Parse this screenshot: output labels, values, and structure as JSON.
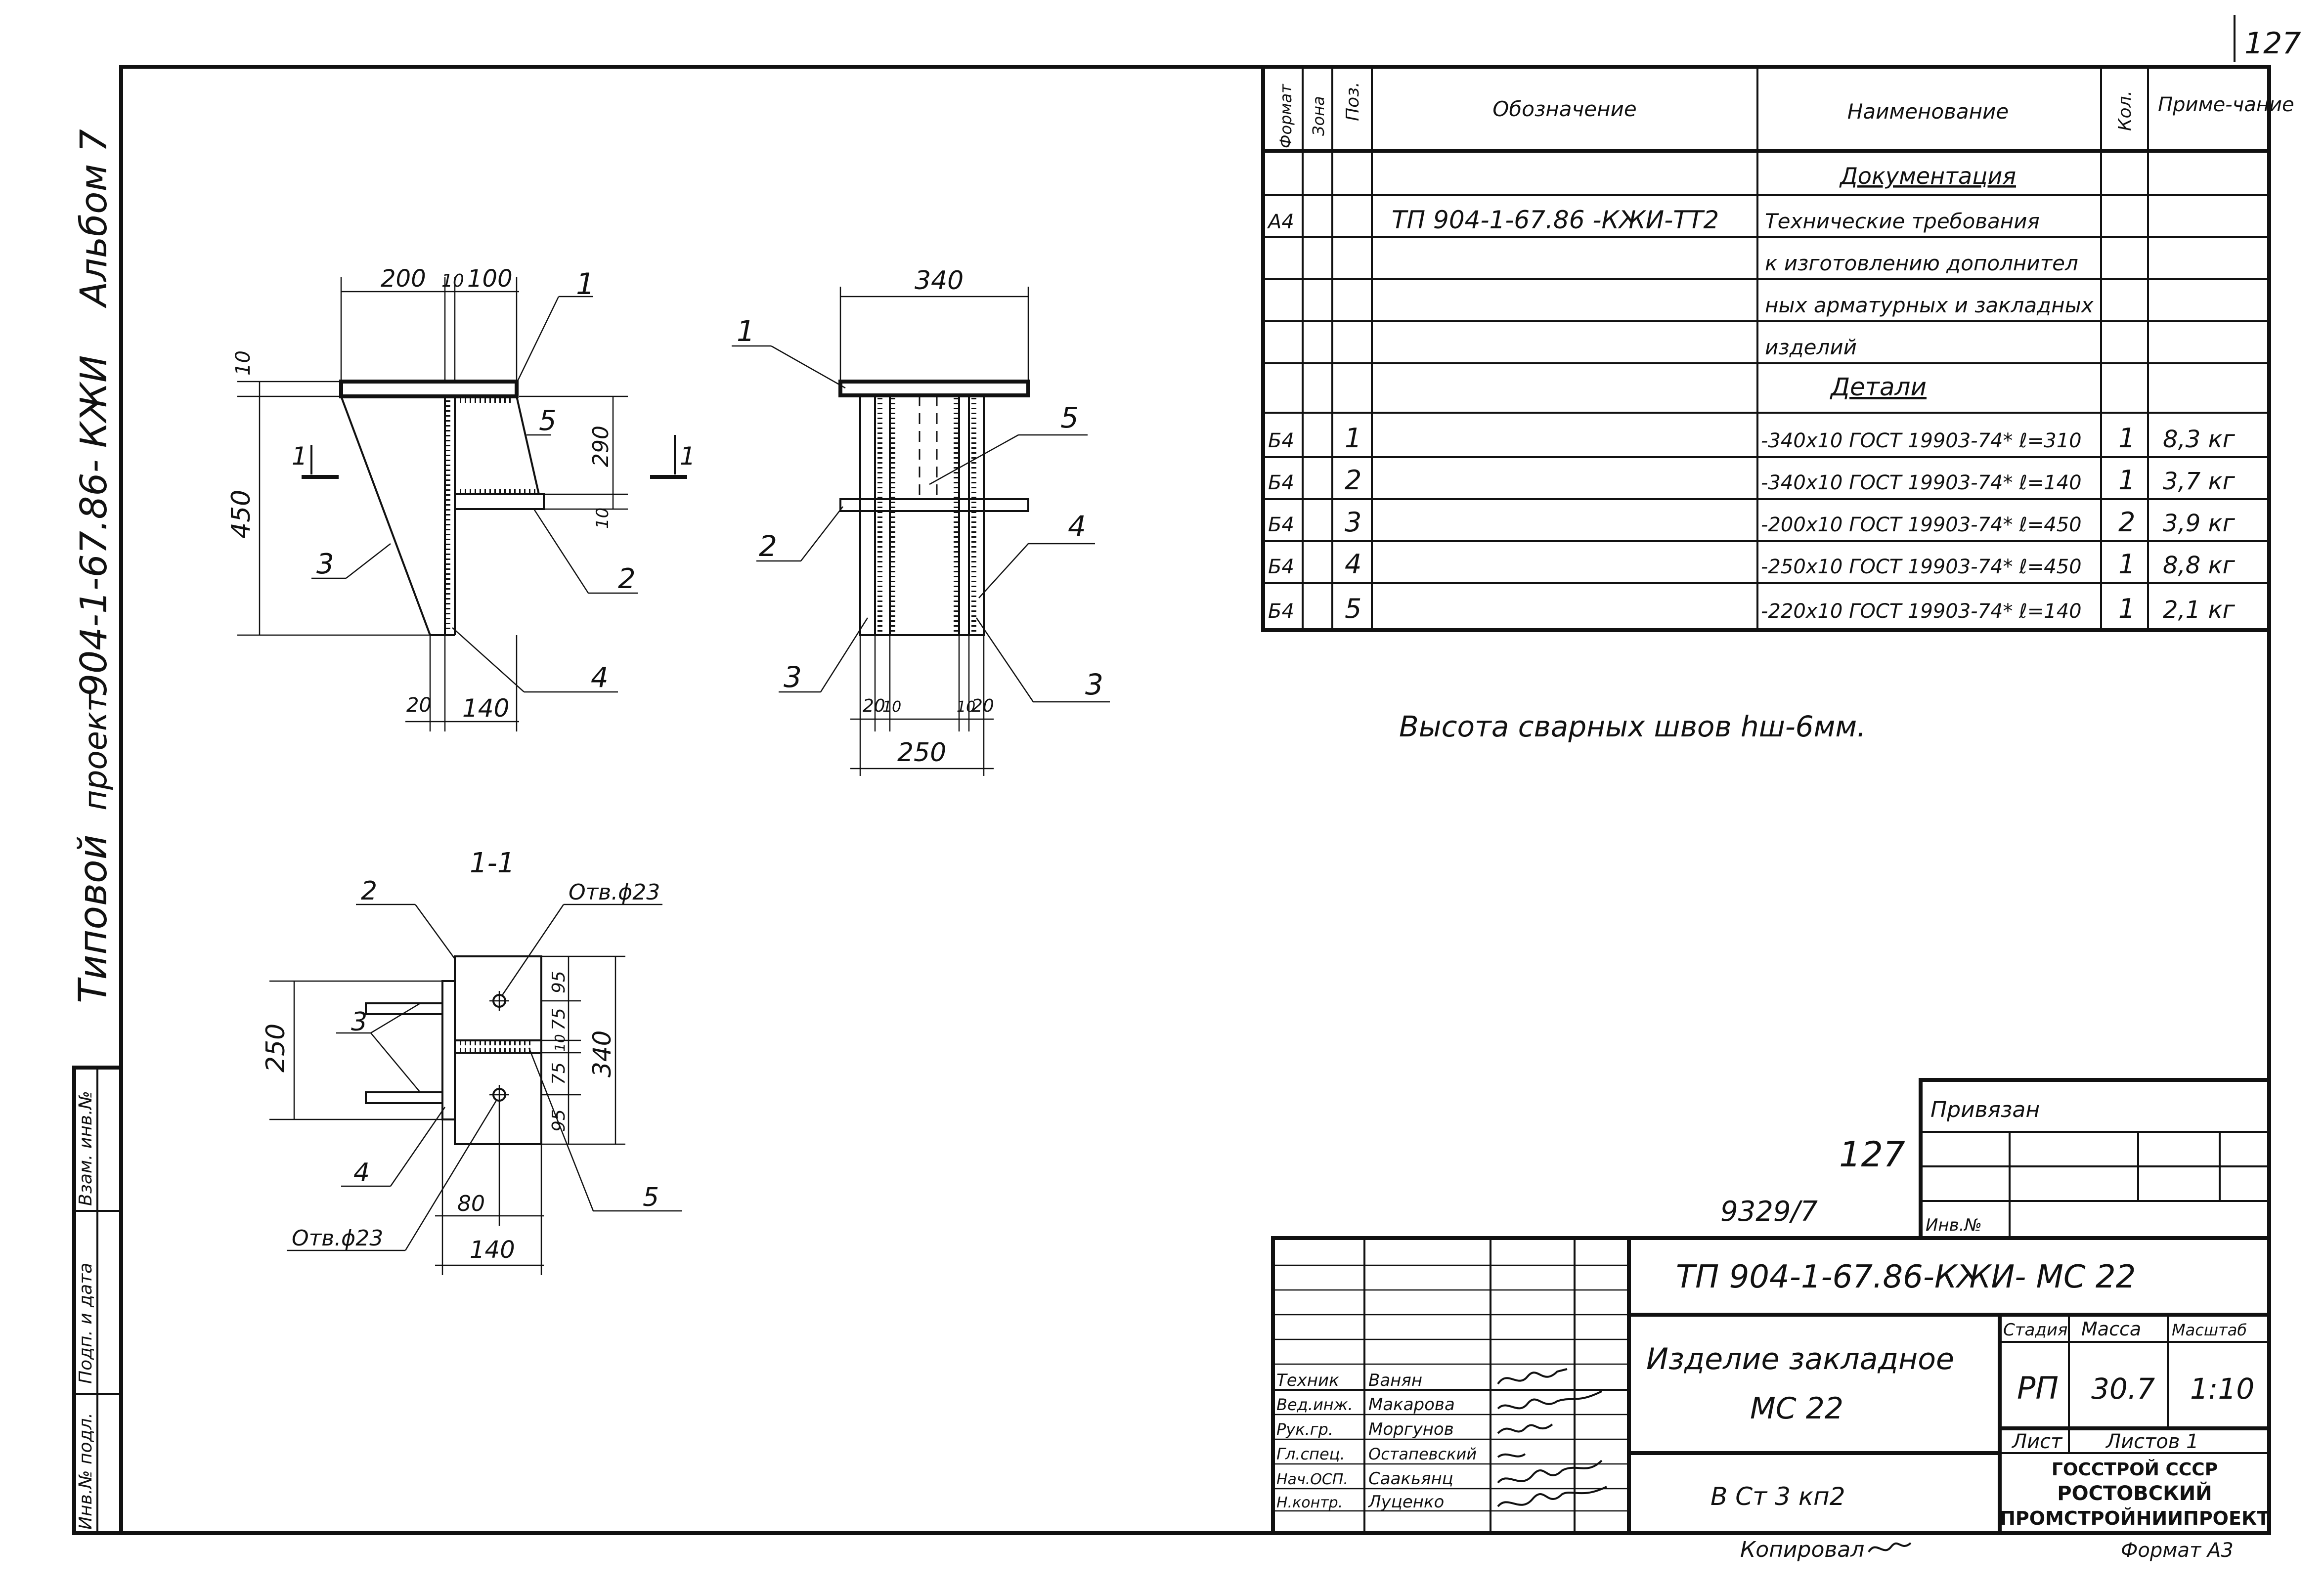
{
  "page_number": "127",
  "side_title": {
    "part1": "Типовой",
    "part2": "проект",
    "part3": "904-1-67.86- КЖИ",
    "part4": "Альбом 7"
  },
  "side_stamp": {
    "label1": "Взам. инв.№",
    "label2": "Подп. и дата",
    "label3": "Инв.№ подл."
  },
  "spec": {
    "headers": {
      "format": "Формат",
      "zone": "Зона",
      "pos": "Поз.",
      "designation": "Обозначение",
      "name": "Наименование",
      "qty": "Кол.",
      "note": "Приме-чание"
    },
    "section_docs": "Документация",
    "doc_row": {
      "format": "А4",
      "designation": "ТП 904-1-67.86 -КЖИ-ТТ2",
      "name_lines": [
        "Технические требования",
        "к изготовлению дополнител",
        "ных арматурных и закладных",
        "изделий"
      ]
    },
    "section_parts": "Детали",
    "rows": [
      {
        "format": "Б4",
        "pos": "1",
        "name": "-340х10 ГОСТ 19903-74* ℓ=310",
        "qty": "1",
        "note": "8,3 кг"
      },
      {
        "format": "Б4",
        "pos": "2",
        "name": "-340х10 ГОСТ 19903-74* ℓ=140",
        "qty": "1",
        "note": "3,7 кг"
      },
      {
        "format": "Б4",
        "pos": "3",
        "name": "-200х10 ГОСТ 19903-74* ℓ=450",
        "qty": "2",
        "note": "3,9 кг"
      },
      {
        "format": "Б4",
        "pos": "4",
        "name": "-250х10 ГОСТ 19903-74* ℓ=450",
        "qty": "1",
        "note": "8,8 кг"
      },
      {
        "format": "Б4",
        "pos": "5",
        "name": "-220х10 ГОСТ 19903-74* ℓ=140",
        "qty": "1",
        "note": "2,1 кг"
      }
    ]
  },
  "weld_note": "Высота сварных швов hш-6мм.",
  "view1": {
    "dims": {
      "top_a": "200",
      "top_b": "10",
      "top_c": "100",
      "plate": "10",
      "height": "450",
      "upper": "290",
      "gap": "10",
      "bot_a": "20",
      "bot_b": "140"
    },
    "labels": {
      "p1": "1",
      "p3": "3",
      "p5": "5",
      "p2": "2",
      "p4": "4"
    },
    "section_marks": [
      "1",
      "1"
    ]
  },
  "view2": {
    "dims": {
      "top": "340",
      "bot": "250",
      "bl1": "20",
      "bl2": "10",
      "br1": "10",
      "br2": "20"
    },
    "labels": {
      "p1": "1",
      "p5": "5",
      "p2": "2",
      "p4": "4",
      "p3a": "3",
      "p3b": "3"
    }
  },
  "section": {
    "title": "1-1",
    "hole_top": "Отв.ϕ23",
    "hole_bottom": "Отв.ϕ23",
    "dims": {
      "left": "250",
      "r1": "95",
      "r2": "75",
      "r3": "10",
      "r4": "75",
      "r5": "95",
      "total": "340",
      "b1": "80",
      "b2": "140"
    },
    "labels": {
      "p2": "2",
      "p3": "3",
      "p4": "4",
      "p5": "5"
    }
  },
  "handwritten": {
    "num": "127",
    "code": "9329/7"
  },
  "binding": {
    "title": "Привязан",
    "inv": "Инв.№"
  },
  "title_block": {
    "code": "ТП 904-1-67.86-КЖИ- МС 22",
    "name1": "Изделие закладное",
    "name2": "МС 22",
    "material": "В Ст 3 кп2",
    "stage_h": "Стадия",
    "mass_h": "Масса",
    "scale_h": "Масштаб",
    "stage": "РП",
    "mass": "30.7",
    "scale": "1:10",
    "sheet_h": "Лист",
    "sheets_h": "Листов 1",
    "org1": "ГОССТРОЙ СССР",
    "org2": "РОСТОВСКИЙ",
    "org3": "ПРОМСТРОЙНИИПРОЕКТ",
    "people": [
      {
        "role": "Техник",
        "name": "Ванян"
      },
      {
        "role": "Вед.инж.",
        "name": "Макарова"
      },
      {
        "role": "Рук.гр.",
        "name": "Моргунов"
      },
      {
        "role": "Гл.спец.",
        "name": "Остапевский"
      },
      {
        "role": "Нач.ОСП.",
        "name": "Саакьянц"
      },
      {
        "role": "Н.контр.",
        "name": "Луценко"
      }
    ],
    "copied": "Копировал",
    "format": "Формат А3"
  }
}
